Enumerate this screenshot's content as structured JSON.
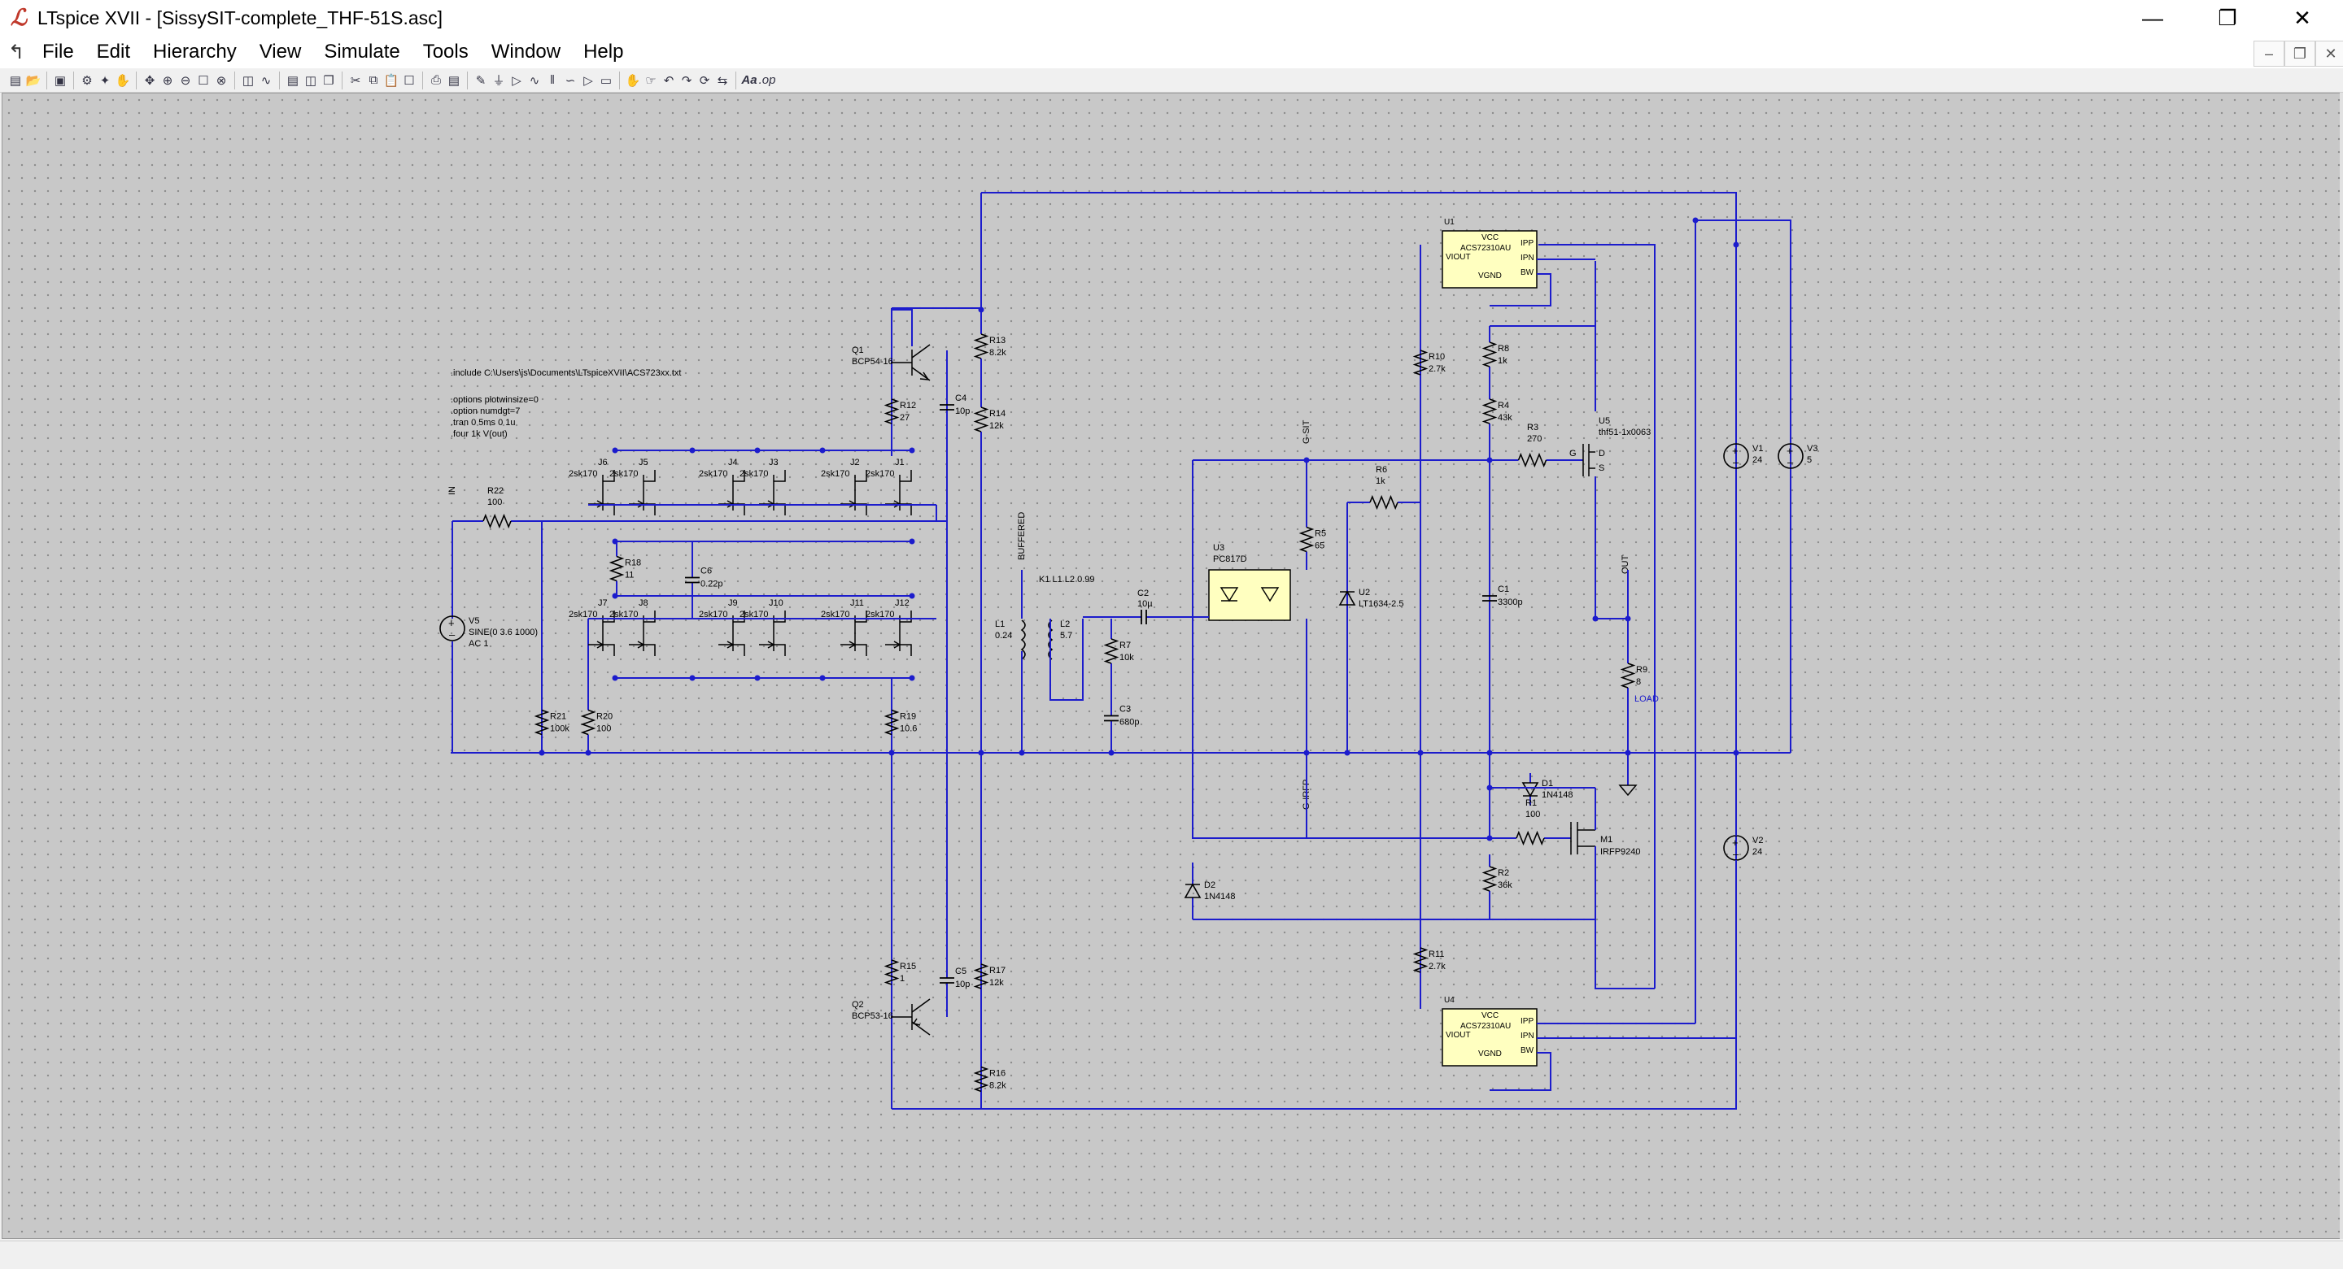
{
  "window": {
    "title": "LTspice XVII - [SissySIT-complete_THF-51S.asc]",
    "logo_icon": "ltspice-logo-icon",
    "controls": [
      "minimize-icon",
      "restore-icon",
      "close-icon"
    ]
  },
  "menu": {
    "items": [
      "File",
      "Edit",
      "Hierarchy",
      "View",
      "Simulate",
      "Tools",
      "Window",
      "Help"
    ]
  },
  "toolbar": {
    "icons": [
      "new-schematic-icon",
      "open-icon",
      "save-icon",
      "control-panel-icon",
      "run-icon",
      "halt-icon",
      "pan-icon",
      "zoom-in-icon",
      "zoom-out-icon",
      "zoom-fit-icon",
      "zoom-cancel-icon",
      "autoscale-icon",
      "waveform-icon",
      "tile-horizontal-icon",
      "tile-vertical-icon",
      "cascade-icon",
      "cut-icon",
      "copy-icon",
      "paste-icon",
      "find-icon",
      "print-icon",
      "print-preview-icon",
      "wire-icon",
      "ground-icon",
      "label-net-icon",
      "resistor-icon",
      "capacitor-icon",
      "inductor-icon",
      "diode-icon",
      "component-icon",
      "move-icon",
      "drag-icon",
      "undo-icon",
      "redo-icon",
      "rotate-icon",
      "mirror-icon",
      "text-icon",
      "spice-directive-icon"
    ]
  },
  "schematic": {
    "directives": [
      ".include C:\\Users\\js\\Documents\\LTspiceXVII\\ACS723xx.txt",
      ".options plotwinsize=0",
      ".option numdgt=7",
      ".tran 0 5ms 0 1u",
      ".four 1k V(out)",
      "K1 L1 L2 0.99"
    ],
    "net_labels": [
      "IN",
      "BUFFERED",
      "G-SIT",
      "OUT",
      "G-IRFP",
      "LOAD"
    ],
    "components": [
      {
        "ref": "Q1",
        "value": "BCP54-16"
      },
      {
        "ref": "Q2",
        "value": "BCP53-16"
      },
      {
        "ref": "R13",
        "value": "8.2k"
      },
      {
        "ref": "R14",
        "value": "12k"
      },
      {
        "ref": "R12",
        "value": "27"
      },
      {
        "ref": "C4",
        "value": "10p"
      },
      {
        "ref": "R22",
        "value": "100"
      },
      {
        "ref": "J6",
        "value": "2sk170"
      },
      {
        "ref": "J5",
        "value": "2sk170"
      },
      {
        "ref": "J4",
        "value": "2sk170"
      },
      {
        "ref": "J3",
        "value": "2sk170"
      },
      {
        "ref": "J2",
        "value": "2sk170"
      },
      {
        "ref": "J1",
        "value": "2sk170"
      },
      {
        "ref": "J7",
        "value": "2sk170"
      },
      {
        "ref": "J8",
        "value": "2sk170"
      },
      {
        "ref": "J9",
        "value": "2sk170"
      },
      {
        "ref": "J10",
        "value": "2sk170"
      },
      {
        "ref": "J11",
        "value": "2sk170"
      },
      {
        "ref": "J12",
        "value": "2sk170"
      },
      {
        "ref": "R18",
        "value": "11"
      },
      {
        "ref": "C6",
        "value": "0.22p"
      },
      {
        "ref": "V5",
        "value": "SINE(0 3.6 1000)",
        "value2": "AC 1"
      },
      {
        "ref": "R21",
        "value": "100k"
      },
      {
        "ref": "R20",
        "value": "100"
      },
      {
        "ref": "R19",
        "value": "10.6"
      },
      {
        "ref": "L1",
        "value": "0.24"
      },
      {
        "ref": "L2",
        "value": "5.7"
      },
      {
        "ref": "C2",
        "value": "10µ"
      },
      {
        "ref": "R7",
        "value": "10k"
      },
      {
        "ref": "C3",
        "value": "680p"
      },
      {
        "ref": "U3",
        "value": "PC817D"
      },
      {
        "ref": "R5",
        "value": "65"
      },
      {
        "ref": "R6",
        "value": "1k"
      },
      {
        "ref": "U2",
        "value": "LT1634-2.5"
      },
      {
        "ref": "R10",
        "value": "2.7k"
      },
      {
        "ref": "R8",
        "value": "1k"
      },
      {
        "ref": "R4",
        "value": "43k"
      },
      {
        "ref": "R3",
        "value": "270"
      },
      {
        "ref": "U5",
        "value": "thf51-1x0063"
      },
      {
        "ref": "C1",
        "value": "3300p"
      },
      {
        "ref": "R9",
        "value": "8"
      },
      {
        "ref": "V1",
        "value": "24"
      },
      {
        "ref": "V3",
        "value": "5"
      },
      {
        "ref": "V2",
        "value": "24"
      },
      {
        "ref": "D1",
        "value": "1N4148"
      },
      {
        "ref": "R1",
        "value": "100"
      },
      {
        "ref": "M1",
        "value": "IRFP9240"
      },
      {
        "ref": "R2",
        "value": "36k"
      },
      {
        "ref": "D2",
        "value": "1N4148"
      },
      {
        "ref": "R15",
        "value": "1"
      },
      {
        "ref": "C5",
        "value": "10p"
      },
      {
        "ref": "R17",
        "value": "12k"
      },
      {
        "ref": "R16",
        "value": "8.2k"
      },
      {
        "ref": "R11",
        "value": "2.7k"
      },
      {
        "ref": "U1",
        "value": "ACS72310AU"
      },
      {
        "ref": "U4",
        "value": "ACS72310AU"
      }
    ],
    "ic_pins": {
      "vcc": "VCC",
      "viout": "VIOUT",
      "vgnd": "VGND",
      "ipp": "IPP",
      "ipn": "IPN",
      "bw": "BW"
    },
    "fet_pins": {
      "g": "G",
      "d": "D",
      "s": "S"
    },
    "colors": {
      "wire": "#1c1ccc",
      "component": "#000000",
      "ic_fill": "#ffffc0",
      "label": "#000000",
      "canvas": "#c8c8c8"
    }
  }
}
